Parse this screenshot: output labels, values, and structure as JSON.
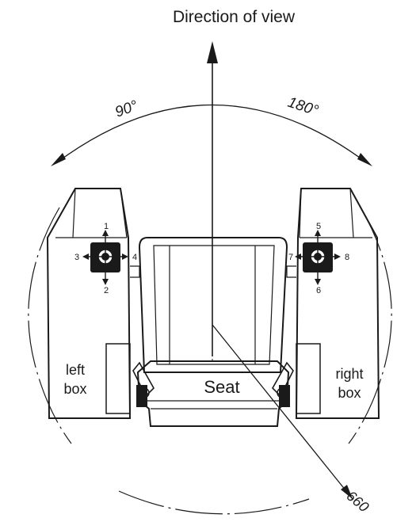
{
  "title": "Direction of view",
  "angles": {
    "left": "90°",
    "right": "180°",
    "radius": "660"
  },
  "left_box": {
    "line1": "left",
    "line2": "box"
  },
  "right_box": {
    "line1": "right",
    "line2": "box"
  },
  "seat_label": "Seat",
  "left_joystick": {
    "up": "1",
    "down": "2",
    "left": "3",
    "right": "4"
  },
  "right_joystick": {
    "up": "5",
    "down": "6",
    "left": "7",
    "right": "8"
  }
}
